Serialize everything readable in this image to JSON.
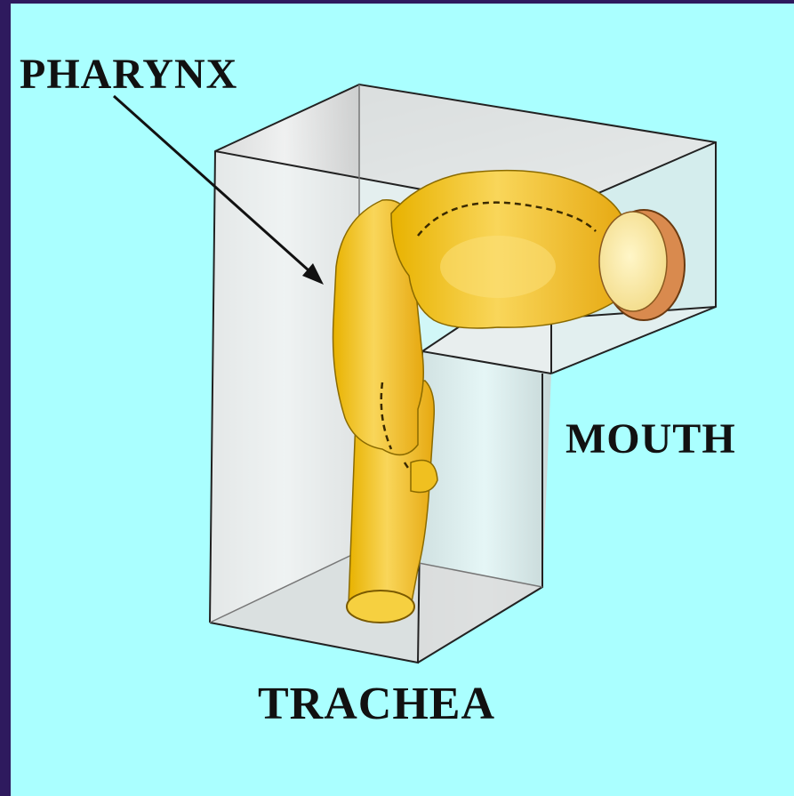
{
  "labels": {
    "pharynx": "PHARYNX",
    "mouth": "MOUTH",
    "trachea": "TRACHEA"
  },
  "colors": {
    "background": "#aaffff",
    "border": "#2e1a5e",
    "organ": "#f2c11e",
    "organ_highlight": "#f8dc6a",
    "mouth_opening": "#fff1b0",
    "mouth_rim": "#d98a4e",
    "box_line": "#222222"
  }
}
